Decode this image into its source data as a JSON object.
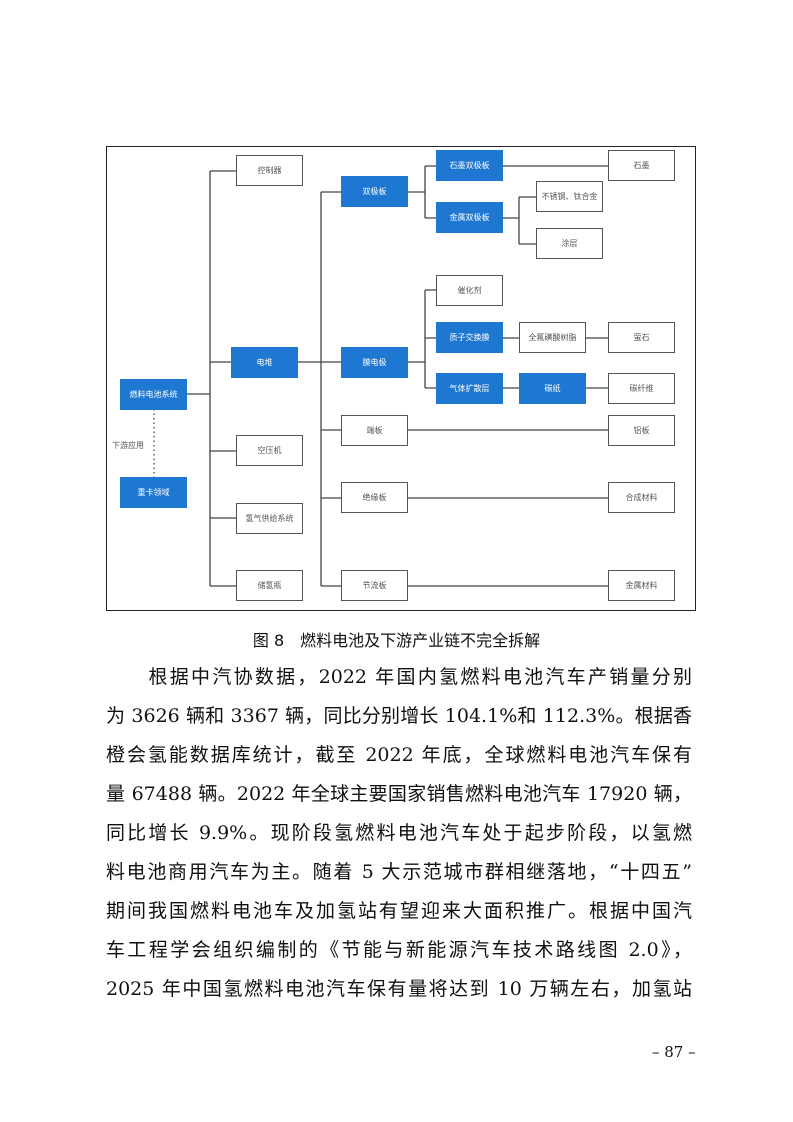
{
  "figure": {
    "root": "燃料电池系统",
    "downstream_label": "下游应用",
    "downstream": "重卡领域",
    "level1": [
      "控制器",
      "电堆",
      "空压机",
      "氢气供给系统",
      "储氢瓶"
    ],
    "level2": [
      "双极板",
      "膜电极",
      "端板",
      "绝缘板",
      "节流板"
    ],
    "bipolar": [
      "石墨双极板",
      "金属双极板"
    ],
    "graphite": "石墨",
    "metal_bipolar": [
      "不锈钢、钛合金",
      "涂层"
    ],
    "mea": [
      "催化剂",
      "质子交换膜",
      "气体扩散层"
    ],
    "pem_chain": [
      "全氟磺酸树脂",
      "萤石"
    ],
    "gdl_chain": [
      "碳纸",
      "碳纤维"
    ],
    "plate_materials": [
      "铝板",
      "合成材料",
      "金属材料"
    ],
    "colors": {
      "blue": "#1e78d2"
    }
  },
  "caption": "图 8　燃料电池及下游产业链不完全拆解",
  "body_lines": [
    "　　根据中汽协数据，2022 年国内氢燃料电池汽车产销量分别",
    "为 3626 辆和 3367 辆，同比分别增长 104.1%和 112.3%。根据香",
    "橙会氢能数据库统计，截至 2022 年底，全球燃料电池汽车保有",
    "量 67488 辆。2022 年全球主要国家销售燃料电池汽车 17920 辆，",
    "同比增长 9.9%。现阶段氢燃料电池汽车处于起步阶段，以氢燃",
    "料电池商用汽车为主。随着 5 大示范城市群相继落地，“十四五”",
    "期间我国燃料电池车及加氢站有望迎来大面积推广。根据中国汽",
    "车工程学会组织编制的《节能与新能源汽车技术路线图 2.0》，",
    "2025 年中国氢燃料电池汽车保有量将达到 10 万辆左右，加氢站"
  ],
  "page_number": "– 87 –"
}
